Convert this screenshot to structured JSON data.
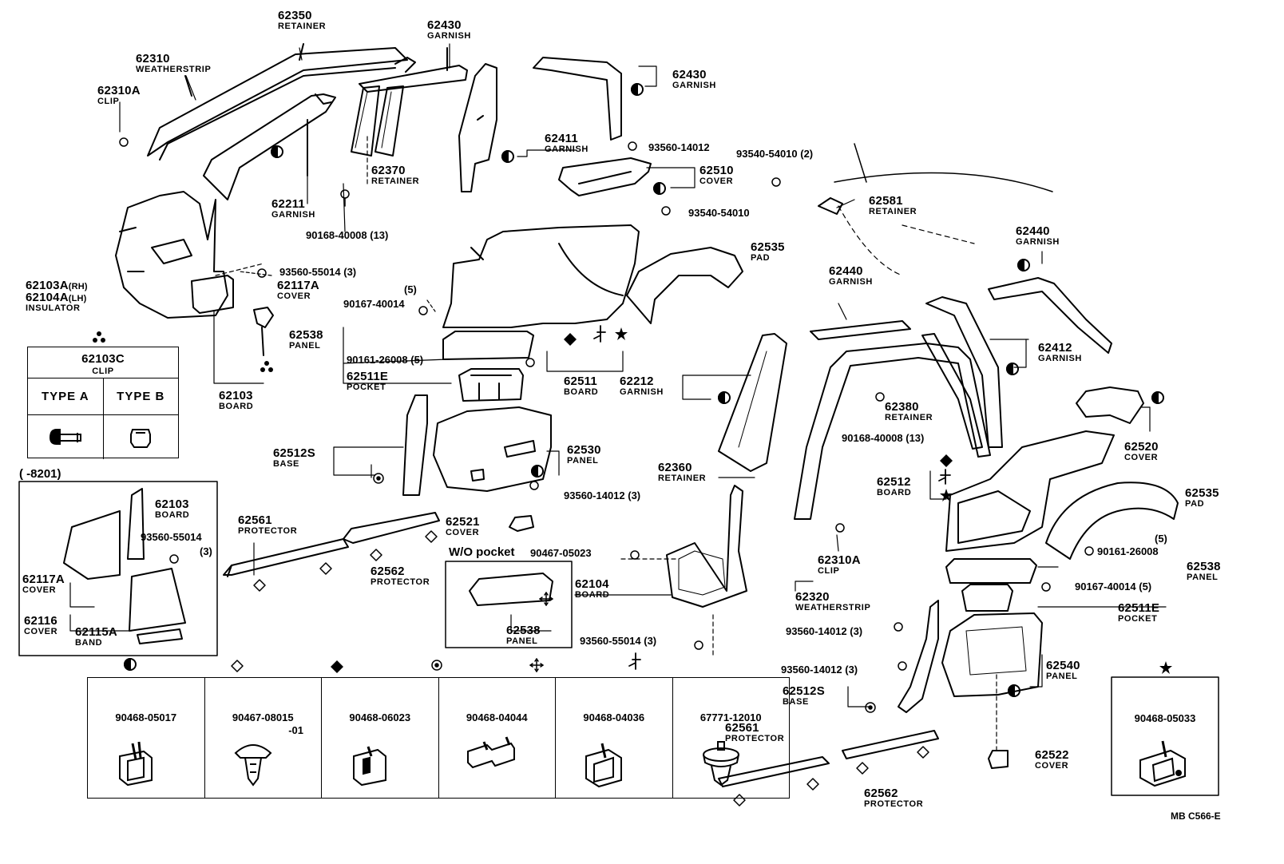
{
  "labels": {
    "l62350": {
      "num": "62350",
      "name": "RETAINER"
    },
    "l62430a": {
      "num": "62430",
      "name": "GARNISH"
    },
    "l62310": {
      "num": "62310",
      "name": "WEATHERSTRIP"
    },
    "l62310Aa": {
      "num": "62310A",
      "name": "CLIP"
    },
    "l62430b": {
      "num": "62430",
      "name": "GARNISH"
    },
    "l62411": {
      "num": "62411",
      "name": "GARNISH"
    },
    "l62370": {
      "num": "62370",
      "name": "RETAINER"
    },
    "l62211": {
      "num": "62211",
      "name": "GARNISH"
    },
    "l62510": {
      "num": "62510",
      "name": "COVER"
    },
    "l62581": {
      "num": "62581",
      "name": "RETAINER"
    },
    "l62440a": {
      "num": "62440",
      "name": "GARNISH"
    },
    "l62535a": {
      "num": "62535",
      "name": "PAD"
    },
    "l62440b": {
      "num": "62440",
      "name": "GARNISH"
    },
    "l62117A": {
      "num": "62117A",
      "name": "COVER"
    },
    "l62538a": {
      "num": "62538",
      "name": "PANEL"
    },
    "l62511Ea": {
      "num": "62511E",
      "name": "POCKET"
    },
    "l62412": {
      "num": "62412",
      "name": "GARNISH"
    },
    "l62103": {
      "num": "62103",
      "name": "BOARD"
    },
    "l62511": {
      "num": "62511",
      "name": "BOARD"
    },
    "l62212": {
      "num": "62212",
      "name": "GARNISH"
    },
    "l62380": {
      "num": "62380",
      "name": "RETAINER"
    },
    "l62520": {
      "num": "62520",
      "name": "COVER"
    },
    "l62530": {
      "num": "62530",
      "name": "PANEL"
    },
    "l62512S": {
      "num": "62512S",
      "name": "BASE"
    },
    "l62360": {
      "num": "62360",
      "name": "RETAINER"
    },
    "l62512": {
      "num": "62512",
      "name": "BOARD"
    },
    "l62535b": {
      "num": "62535",
      "name": "PAD"
    },
    "l62103b": {
      "num": "62103",
      "name": "BOARD"
    },
    "l62561a": {
      "num": "62561",
      "name": "PROTECTOR"
    },
    "l62521": {
      "num": "62521",
      "name": "COVER"
    },
    "l62562a": {
      "num": "62562",
      "name": "PROTECTOR"
    },
    "l62310Ab": {
      "num": "62310A",
      "name": "CLIP"
    },
    "l62538b": {
      "num": "62538",
      "name": "PANEL"
    },
    "l62117Ab": {
      "num": "62117A",
      "name": "COVER"
    },
    "l62104": {
      "num": "62104",
      "name": "BOARD"
    },
    "l62320": {
      "num": "62320",
      "name": "WEATHERSTRIP"
    },
    "l62116": {
      "num": "62116",
      "name": "COVER"
    },
    "l62115A": {
      "num": "62115A",
      "name": "BAND"
    },
    "l62538c": {
      "num": "62538",
      "name": "PANEL"
    },
    "l62511Eb": {
      "num": "62511E",
      "name": "POCKET"
    },
    "l62540": {
      "num": "62540",
      "name": "PANEL"
    },
    "l62512Sb": {
      "num": "62512S",
      "name": "BASE"
    },
    "l62561b": {
      "num": "62561",
      "name": "PROTECTOR"
    },
    "l62522": {
      "num": "62522",
      "name": "COVER"
    },
    "l62562b": {
      "num": "62562",
      "name": "PROTECTOR"
    }
  },
  "insulator": {
    "rh": "62103A",
    "rh_side": "(RH)",
    "lh": "62104A",
    "lh_side": "(LH)",
    "name": "INSULATOR"
  },
  "fasteners": {
    "f1": "93560-14012",
    "f2": "93540-54010 (2)",
    "f3": "93540-54010",
    "f4": "90168-40008 (13)",
    "f5": "93560-55014 (3)",
    "f6": "(5)",
    "f7": "90167-40014",
    "f8": "90161-26008 (5)",
    "f9": "90168-40008 (13)",
    "f10": "93560-14012 (3)",
    "f11": "93560-55014",
    "f12": "(3)",
    "f13": "W/O pocket",
    "f14": "90467-05023",
    "f15": "(5)",
    "f16": "90161-26008",
    "f17": "90167-40014 (5)",
    "f18": "93560-55014 (3)",
    "f19": "93560-14012 (3)",
    "f20": "93560-14012 (3)",
    "f21": "(      -8201)"
  },
  "clip_table": {
    "title_num": "62103C",
    "title_name": "CLIP",
    "type_a": "TYPE A",
    "type_b": "TYPE B"
  },
  "clips": [
    {
      "part": "90468-05017",
      "suffix": ""
    },
    {
      "part": "90467-08015",
      "suffix": "-01"
    },
    {
      "part": "90468-06023",
      "suffix": ""
    },
    {
      "part": "90468-04044",
      "suffix": ""
    },
    {
      "part": "90468-04036",
      "suffix": ""
    },
    {
      "part": "67771-12010",
      "suffix": ""
    }
  ],
  "star_clip": {
    "part": "90468-05033"
  },
  "footer": "MB  C566-E"
}
